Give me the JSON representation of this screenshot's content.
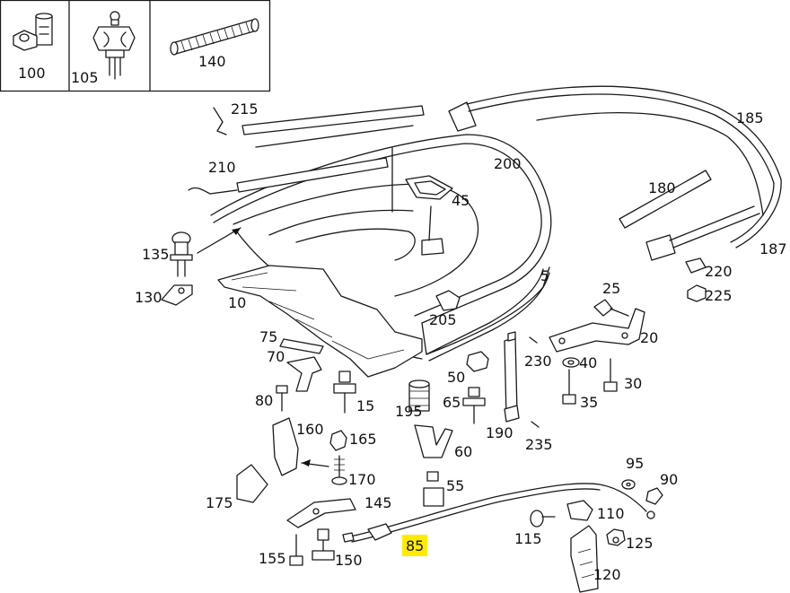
{
  "diagram": {
    "highlight_color": "#ffeb00",
    "highlighted_part": "85",
    "inset_parts": [
      {
        "number": "100",
        "icon": "clip-icon"
      },
      {
        "number": "105",
        "icon": "push-rivet-icon"
      },
      {
        "number": "140",
        "icon": "corrugated-hose-icon"
      }
    ],
    "callouts": [
      {
        "id": "215",
        "text": "215"
      },
      {
        "id": "210",
        "text": "210"
      },
      {
        "id": "200",
        "text": "200"
      },
      {
        "id": "185",
        "text": "185"
      },
      {
        "id": "180",
        "text": "180"
      },
      {
        "id": "187",
        "text": "187"
      },
      {
        "id": "45",
        "text": "45"
      },
      {
        "id": "135",
        "text": "135"
      },
      {
        "id": "130",
        "text": "130"
      },
      {
        "id": "10",
        "text": "10"
      },
      {
        "id": "5",
        "text": "5"
      },
      {
        "id": "220",
        "text": "220"
      },
      {
        "id": "225",
        "text": "225"
      },
      {
        "id": "25",
        "text": "25"
      },
      {
        "id": "205",
        "text": "205"
      },
      {
        "id": "75",
        "text": "75"
      },
      {
        "id": "70",
        "text": "70"
      },
      {
        "id": "20",
        "text": "20"
      },
      {
        "id": "230",
        "text": "230"
      },
      {
        "id": "40",
        "text": "40"
      },
      {
        "id": "50",
        "text": "50"
      },
      {
        "id": "30",
        "text": "30"
      },
      {
        "id": "80",
        "text": "80"
      },
      {
        "id": "15",
        "text": "15"
      },
      {
        "id": "65",
        "text": "65"
      },
      {
        "id": "35",
        "text": "35"
      },
      {
        "id": "195",
        "text": "195"
      },
      {
        "id": "190",
        "text": "190"
      },
      {
        "id": "235",
        "text": "235"
      },
      {
        "id": "160",
        "text": "160"
      },
      {
        "id": "165",
        "text": "165"
      },
      {
        "id": "60",
        "text": "60"
      },
      {
        "id": "95",
        "text": "95"
      },
      {
        "id": "170",
        "text": "170"
      },
      {
        "id": "90",
        "text": "90"
      },
      {
        "id": "55",
        "text": "55"
      },
      {
        "id": "175",
        "text": "175"
      },
      {
        "id": "145",
        "text": "145"
      },
      {
        "id": "110",
        "text": "110"
      },
      {
        "id": "115",
        "text": "115"
      },
      {
        "id": "125",
        "text": "125"
      },
      {
        "id": "85",
        "text": "85"
      },
      {
        "id": "155",
        "text": "155"
      },
      {
        "id": "150",
        "text": "150"
      },
      {
        "id": "120",
        "text": "120"
      }
    ]
  }
}
